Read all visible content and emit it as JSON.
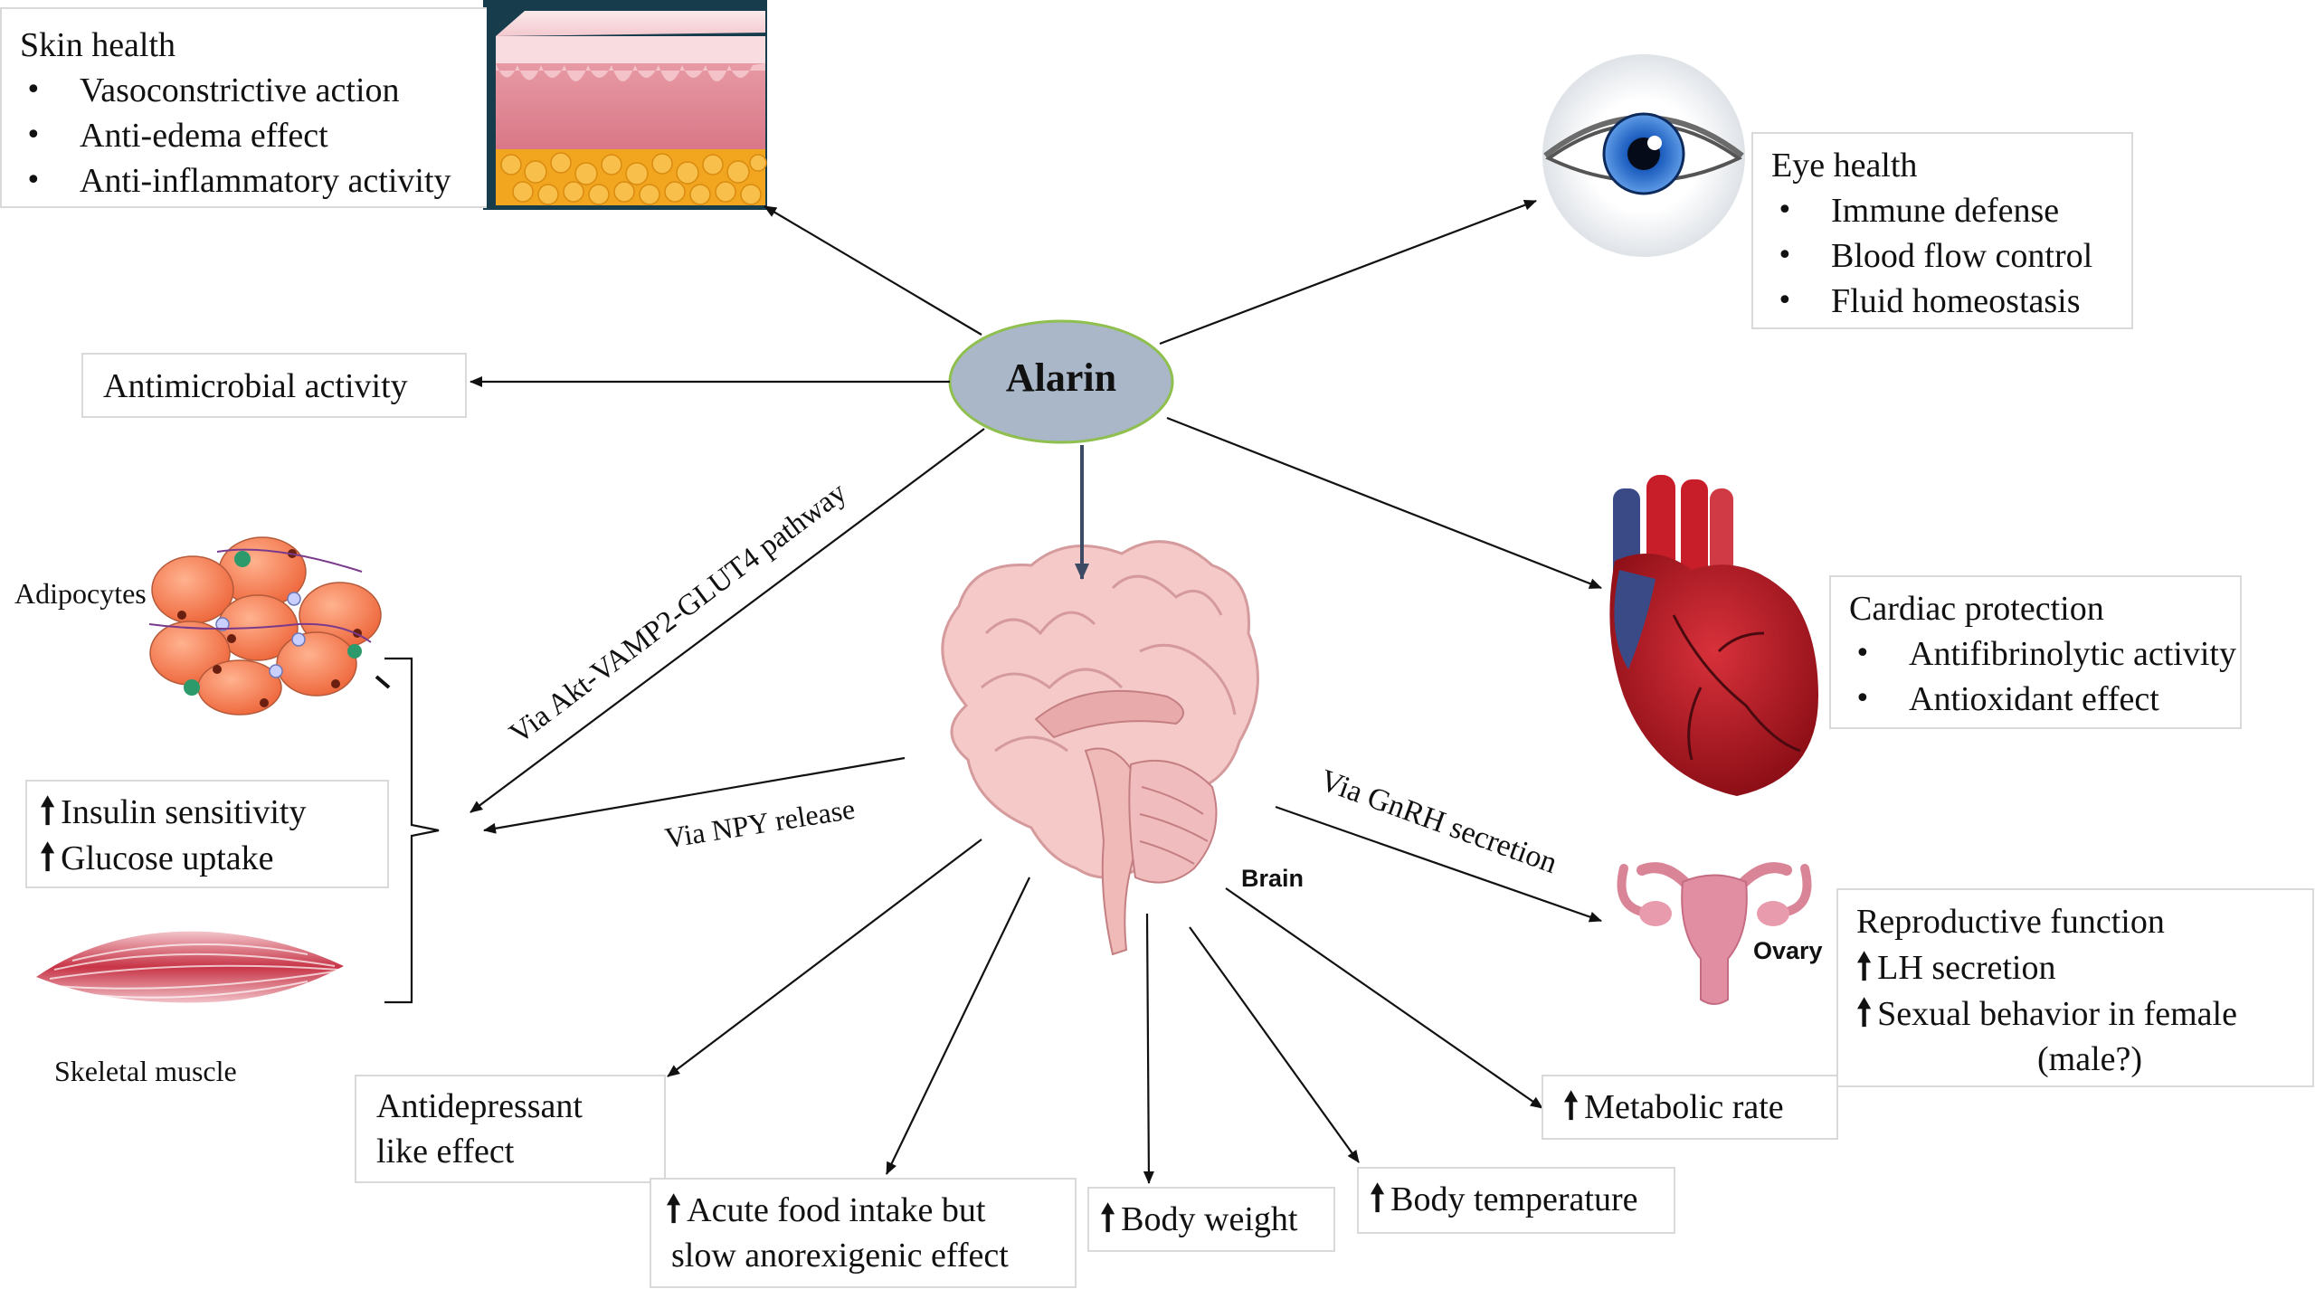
{
  "center": {
    "label": "Alarin"
  },
  "skin": {
    "title": "Skin health",
    "items": [
      "Vasoconstrictive action",
      "Anti-edema effect",
      "Anti-inflammatory activity"
    ]
  },
  "eye": {
    "title": "Eye health",
    "items": [
      "Immune defense",
      "Blood flow control",
      "Fluid homeostasis"
    ]
  },
  "antimicrobial": {
    "label": "Antimicrobial activity"
  },
  "cardiac": {
    "title": "Cardiac protection",
    "items": [
      "Antifibrinolytic activity",
      "Antioxidant effect"
    ]
  },
  "metabolic_pathway": {
    "label": "Via Akt-VAMP2-GLUT4 pathway"
  },
  "npy": {
    "label": "Via NPY release"
  },
  "gnrh": {
    "label": "Via GnRH secretion"
  },
  "adipocytes": {
    "label": "Adipocytes"
  },
  "skeletal": {
    "label": "Skeletal muscle"
  },
  "brain": {
    "label": "Brain"
  },
  "ovary": {
    "label": "Ovary"
  },
  "insulin": {
    "line1": "Insulin sensitivity",
    "line2": "Glucose uptake"
  },
  "reproductive": {
    "title": "Reproductive function",
    "line1": "LH secretion",
    "line2": "Sexual behavior  in female",
    "line3": "(male?)"
  },
  "antidepressant": {
    "line1": "Antidepressant",
    "line2": "like effect"
  },
  "food": {
    "line1": "Acute food intake  but",
    "line2": "slow anorexigenic effect"
  },
  "body_weight": {
    "label": "Body weight"
  },
  "body_temp": {
    "label": "Body temperature"
  },
  "metabolic_rate": {
    "label": "Metabolic rate"
  },
  "symbols": {
    "up_arrow": "🠕"
  },
  "colors": {
    "ellipse_fill": "#a9b7c8",
    "ellipse_stroke": "#8fbf4e",
    "arrow": "#111111",
    "center_arrow": "#3d4a63"
  }
}
